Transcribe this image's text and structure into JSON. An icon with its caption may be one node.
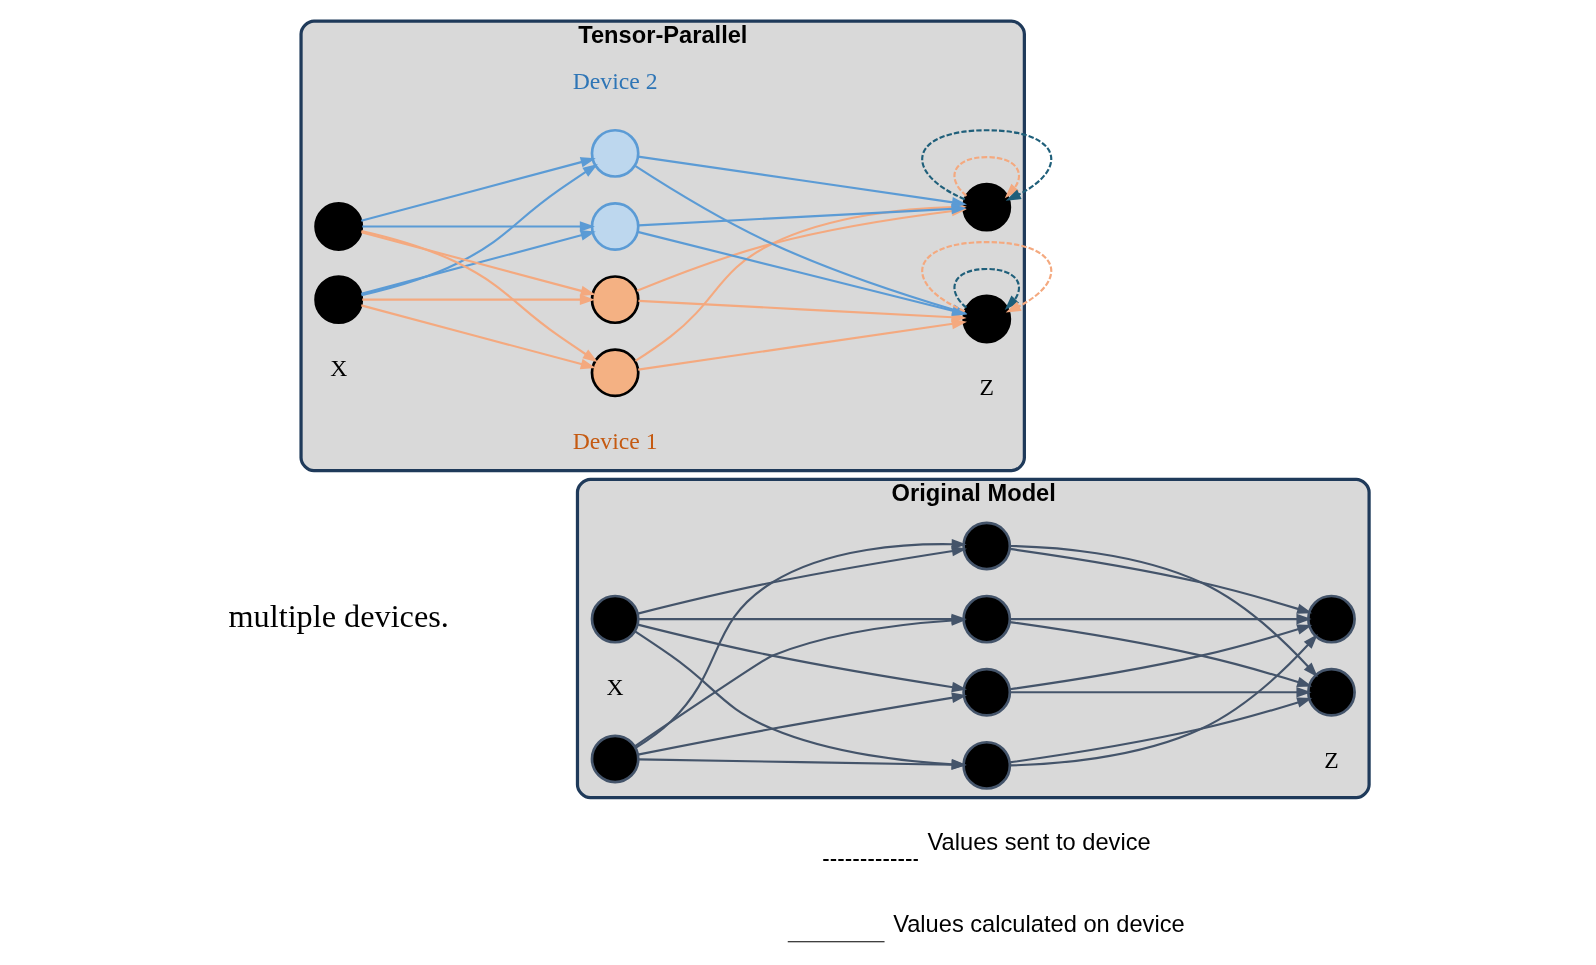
{
  "diagram": {
    "nodes": [
      {
        "text": [
          "Original Model"
        ]
      },
      {
        "text": [],
        "shape": "circle",
        "in": 0
      },
      {
        "text": [],
        "shape": "circle",
        "in": 0
      },
      {
        "text": [],
        "shape": "circle",
        "in": 0
      },
      {
        "text": [],
        "shape": "circle",
        "in": 0
      },
      {
        "text": [],
        "shape": "circle",
        "in": 0
      },
      {
        "text": [],
        "shape": "circle",
        "in": 0
      },
      {
        "text": [],
        "shape": "circle",
        "in": 0
      },
      {
        "text": [],
        "shape": "circle",
        "in": 0
      },
      {
        "text": [
          "Tensor-Parallel"
        ]
      },
      {
        "text": [],
        "shape": "circle",
        "in": 9
      },
      {
        "text": [],
        "shape": "circle",
        "in": 9
      },
      {
        "text": [],
        "shape": "circle",
        "in": 9
      },
      {
        "text": [],
        "shape": "circle",
        "in": 9
      },
      {
        "text": [],
        "shape": "circle",
        "in": 9
      },
      {
        "text": [],
        "shape": "circle",
        "in": 9
      },
      {
        "text": [],
        "shape": "circle",
        "in": 9
      },
      {
        "text": [],
        "shape": "circle",
        "in": 9
      }
    ],
    "edges": [
      {
        "from": 1,
        "to": 3,
        "arrow": "to"
      },
      {
        "from": 1,
        "to": 4,
        "arrow": "to"
      },
      {
        "from": 1,
        "to": 5,
        "arrow": "to"
      },
      {
        "from": 1,
        "to": 6,
        "arrow": "to"
      },
      {
        "from": 2,
        "to": 3,
        "arrow": "to"
      },
      {
        "from": 2,
        "to": 4,
        "arrow": "to"
      },
      {
        "from": 2,
        "to": 5,
        "arrow": "to"
      },
      {
        "from": 2,
        "to": 6,
        "arrow": "to"
      },
      {
        "from": 3,
        "to": 7,
        "arrow": "to"
      },
      {
        "from": 3,
        "to": 8,
        "arrow": "to"
      },
      {
        "from": 4,
        "to": 7,
        "arrow": "to"
      },
      {
        "from": 4,
        "to": 8,
        "arrow": "to"
      },
      {
        "from": 5,
        "to": 7,
        "arrow": "to"
      },
      {
        "from": 5,
        "to": 8,
        "arrow": "to"
      },
      {
        "from": 6,
        "to": 7,
        "arrow": "to"
      },
      {
        "from": 6,
        "to": 8,
        "arrow": "to"
      },
      {
        "from": 10,
        "to": 12,
        "arrow": "to",
        "color": "#f4a97f"
      },
      {
        "from": 10,
        "to": 13,
        "arrow": "to",
        "color": "#f4a97f"
      },
      {
        "from": 10,
        "to": 14,
        "arrow": "to",
        "color": "#5b9bd5"
      },
      {
        "from": 10,
        "to": 15,
        "arrow": "to",
        "color": "#5b9bd5"
      },
      {
        "from": 11,
        "to": 12,
        "arrow": "to",
        "color": "#f4a97f"
      },
      {
        "from": 11,
        "to": 13,
        "arrow": "to",
        "color": "#f4a97f"
      },
      {
        "from": 11,
        "to": 14,
        "arrow": "to",
        "color": "#5b9bd5"
      },
      {
        "from": 11,
        "to": 15,
        "arrow": "to",
        "color": "#5b9bd5"
      },
      {
        "from": 12,
        "to": 16,
        "arrow": "to",
        "color": "#f4a97f"
      },
      {
        "from": 12,
        "to": 17,
        "arrow": "to",
        "color": "#f4a97f"
      },
      {
        "from": 13,
        "to": 16,
        "arrow": "to",
        "color": "#f4a97f"
      },
      {
        "from": 13,
        "to": 17,
        "arrow": "to",
        "color": "#f4a97f"
      },
      {
        "from": 14,
        "to": 16,
        "arrow": "to",
        "color": "#5b9bd5"
      },
      {
        "from": 14,
        "to": 17,
        "arrow": "to",
        "color": "#5b9bd5"
      },
      {
        "from": 15,
        "to": 16,
        "arrow": "to",
        "color": "#5b9bd5"
      },
      {
        "from": 15,
        "to": 17,
        "arrow": "to",
        "color": "#5b9bd5"
      },
      {
        "from": 16,
        "to": 16,
        "arrow": "to",
        "style": "dashed",
        "color": "#f4a97f"
      },
      {
        "from": 16,
        "to": 16,
        "arrow": "to",
        "style": "dashed",
        "color": "#1f5f7a"
      },
      {
        "from": 17,
        "to": 17,
        "arrow": "to",
        "style": "dashed",
        "color": "#1f5f7a"
      },
      {
        "from": 17,
        "to": 17,
        "arrow": "to",
        "style": "dashed",
        "color": "#f4a97f"
      }
    ],
    "labels": [
      "multiple devices.",
      "X",
      "Z",
      "Device 1",
      "X",
      "Z",
      "Device 2"
    ],
    "legend": [
      {
        "text": "Values sent to device"
      },
      {
        "text": "Values calculated on device"
      }
    ]
  }
}
